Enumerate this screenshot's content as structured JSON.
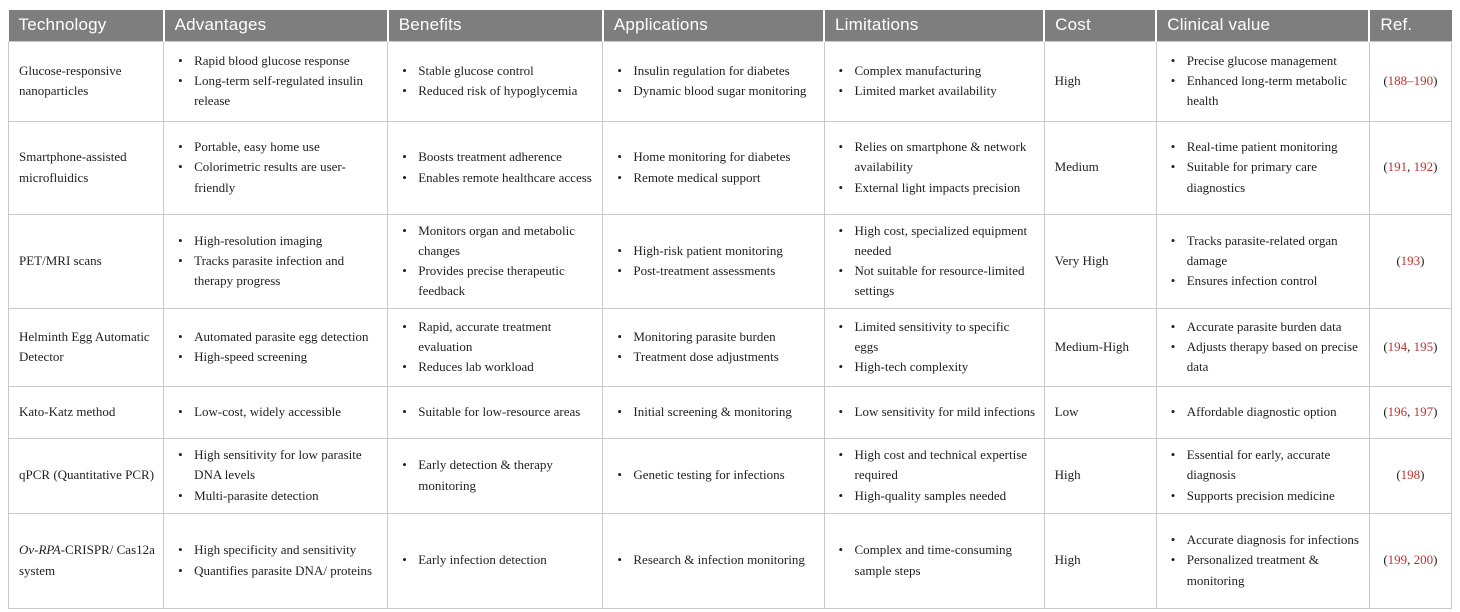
{
  "colors": {
    "header_bg": "#7e7e7e",
    "header_text": "#ffffff",
    "body_text": "#1f1f1f",
    "grid_line": "#c9c9c9",
    "citation_red": "#c4302b"
  },
  "table": {
    "headers": [
      "Technology",
      "Advantages",
      "Benefits",
      "Applications",
      "Limitations",
      "Cost",
      "Clinical value",
      "Ref."
    ],
    "rows": [
      {
        "technology": [
          {
            "text": "Glucose-responsive nanoparticles",
            "italic": false
          }
        ],
        "advantages": [
          "Rapid blood glucose response",
          "Long-term self-regulated insulin release"
        ],
        "benefits": [
          "Stable glucose control",
          "Reduced risk of hypoglycemia"
        ],
        "applications": [
          "Insulin regulation for diabetes",
          "Dynamic blood sugar monitoring"
        ],
        "limitations": [
          "Complex manufacturing",
          "Limited market availability"
        ],
        "cost": "High",
        "clinical_value": [
          "Precise glucose management",
          "Enhanced long-term metabolic health"
        ],
        "refs": [
          "188–190"
        ]
      },
      {
        "technology": [
          {
            "text": "Smartphone-assisted microfluidics",
            "italic": false
          }
        ],
        "advantages": [
          "Portable, easy home use",
          "Colorimetric results are user-friendly"
        ],
        "benefits": [
          "Boosts treatment adherence",
          "Enables remote healthcare access"
        ],
        "applications": [
          "Home monitoring for diabetes",
          "Remote medical support"
        ],
        "limitations": [
          "Relies on smartphone & network availability",
          "External light impacts precision"
        ],
        "cost": "Medium",
        "clinical_value": [
          "Real-time patient monitoring",
          "Suitable for primary care diagnostics"
        ],
        "refs": [
          "191",
          "192"
        ]
      },
      {
        "technology": [
          {
            "text": "PET/MRI scans",
            "italic": false
          }
        ],
        "advantages": [
          "High-resolution imaging",
          "Tracks parasite infection and therapy progress"
        ],
        "benefits": [
          "Monitors organ and metabolic changes",
          "Provides precise therapeutic feedback"
        ],
        "applications": [
          "High-risk patient monitoring",
          "Post-treatment assessments"
        ],
        "limitations": [
          "High cost, specialized equipment needed",
          "Not suitable for resource-limited settings"
        ],
        "cost": "Very High",
        "clinical_value": [
          "Tracks parasite-related organ damage",
          "Ensures infection control"
        ],
        "refs": [
          "193"
        ]
      },
      {
        "technology": [
          {
            "text": "Helminth Egg Automatic Detector",
            "italic": false
          }
        ],
        "advantages": [
          "Automated parasite egg detection",
          "High-speed screening"
        ],
        "benefits": [
          "Rapid, accurate treatment evaluation",
          "Reduces lab workload"
        ],
        "applications": [
          "Monitoring parasite burden",
          "Treatment dose adjustments"
        ],
        "limitations": [
          "Limited sensitivity to specific eggs",
          "High-tech complexity"
        ],
        "cost": "Medium-High",
        "clinical_value": [
          "Accurate parasite burden data",
          "Adjusts therapy based on precise data"
        ],
        "refs": [
          "194",
          "195"
        ]
      },
      {
        "technology": [
          {
            "text": "Kato-Katz method",
            "italic": false
          }
        ],
        "advantages": [
          "Low-cost, widely accessible"
        ],
        "benefits": [
          "Suitable for low-resource areas"
        ],
        "applications": [
          "Initial screening & monitoring"
        ],
        "limitations": [
          "Low sensitivity for mild infections"
        ],
        "cost": "Low",
        "clinical_value": [
          "Affordable diagnostic option"
        ],
        "refs": [
          "196",
          "197"
        ]
      },
      {
        "technology": [
          {
            "text": "qPCR (Quantitative PCR)",
            "italic": false
          }
        ],
        "advantages": [
          "High sensitivity for low parasite DNA levels",
          "Multi-parasite detection"
        ],
        "benefits": [
          "Early detection & therapy monitoring"
        ],
        "applications": [
          "Genetic testing for infections"
        ],
        "limitations": [
          "High cost and technical expertise required",
          "High-quality samples needed"
        ],
        "cost": "High",
        "clinical_value": [
          "Essential for early, accurate diagnosis",
          "Supports precision medicine"
        ],
        "refs": [
          "198"
        ]
      },
      {
        "technology": [
          {
            "text": "Ov-RPA",
            "italic": true
          },
          {
            "text": "-CRISPR/ Cas12a system",
            "italic": false
          }
        ],
        "advantages": [
          "High specificity and sensitivity",
          "Quantifies parasite DNA/ proteins"
        ],
        "benefits": [
          "Early infection detection"
        ],
        "applications": [
          "Research & infection monitoring"
        ],
        "limitations": [
          "Complex and time-consuming sample steps"
        ],
        "cost": "High",
        "clinical_value": [
          "Accurate diagnosis for infections",
          "Personalized treatment & monitoring"
        ],
        "refs": [
          "199",
          "200"
        ]
      }
    ]
  }
}
